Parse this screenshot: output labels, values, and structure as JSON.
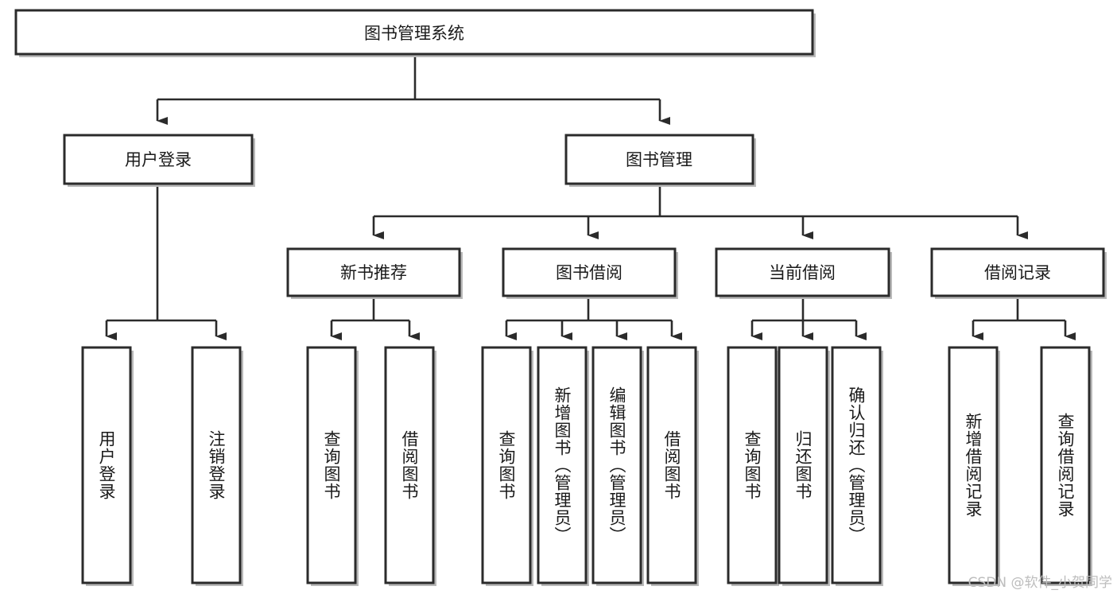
{
  "diagram": {
    "title": "图书管理系统",
    "type": "tree",
    "orientation": "top-down",
    "colors": {
      "box_fill": "#ffffff",
      "box_stroke": "#2b2b2b",
      "edge": "#2b2b2b",
      "text": "#1a1a1a",
      "watermark": "#bdbdbd"
    },
    "nodes": {
      "root": {
        "id": "root",
        "label": "图书管理系统",
        "level": 0,
        "orientation": "horizontal"
      },
      "l1": [
        {
          "id": "user-login",
          "label": "用户登录",
          "level": 1,
          "orientation": "horizontal"
        },
        {
          "id": "book-management",
          "label": "图书管理",
          "level": 1,
          "orientation": "horizontal"
        }
      ],
      "l2": [
        {
          "id": "new-book-recommend",
          "label": "新书推荐",
          "level": 2,
          "orientation": "horizontal",
          "parent": "book-management"
        },
        {
          "id": "book-borrow",
          "label": "图书借阅",
          "level": 2,
          "orientation": "horizontal",
          "parent": "book-management"
        },
        {
          "id": "current-borrow",
          "label": "当前借阅",
          "level": 2,
          "orientation": "horizontal",
          "parent": "book-management"
        },
        {
          "id": "borrow-record",
          "label": "借阅记录",
          "level": 2,
          "orientation": "horizontal",
          "parent": "book-management"
        }
      ],
      "leaves": [
        {
          "id": "leaf-user-login",
          "label": "用户登录",
          "parent": "user-login",
          "orientation": "vertical"
        },
        {
          "id": "leaf-user-logout",
          "label": "注销登录",
          "parent": "user-login",
          "orientation": "vertical"
        },
        {
          "id": "leaf-query-book-1",
          "label": "查询图书",
          "parent": "new-book-recommend",
          "orientation": "vertical"
        },
        {
          "id": "leaf-borrow-book-1",
          "label": "借阅图书",
          "parent": "new-book-recommend",
          "orientation": "vertical"
        },
        {
          "id": "leaf-query-book-2",
          "label": "查询图书",
          "parent": "book-borrow",
          "orientation": "vertical"
        },
        {
          "id": "leaf-add-book",
          "label": "新增图书（管理员）",
          "parent": "book-borrow",
          "orientation": "vertical"
        },
        {
          "id": "leaf-edit-book",
          "label": "编辑图书（管理员）",
          "parent": "book-borrow",
          "orientation": "vertical"
        },
        {
          "id": "leaf-borrow-book-2",
          "label": "借阅图书",
          "parent": "book-borrow",
          "orientation": "vertical"
        },
        {
          "id": "leaf-query-book-3",
          "label": "查询图书",
          "parent": "current-borrow",
          "orientation": "vertical"
        },
        {
          "id": "leaf-return-book",
          "label": "归还图书",
          "parent": "current-borrow",
          "orientation": "vertical"
        },
        {
          "id": "leaf-confirm-return",
          "label": "确认归还（管理员）",
          "parent": "current-borrow",
          "orientation": "vertical"
        },
        {
          "id": "leaf-add-record",
          "label": "新增借阅记录",
          "parent": "borrow-record",
          "orientation": "vertical"
        },
        {
          "id": "leaf-query-record",
          "label": "查询借阅记录",
          "parent": "borrow-record",
          "orientation": "vertical"
        }
      ]
    }
  },
  "watermark": {
    "text": "CSDN @软件_小贺同学"
  }
}
